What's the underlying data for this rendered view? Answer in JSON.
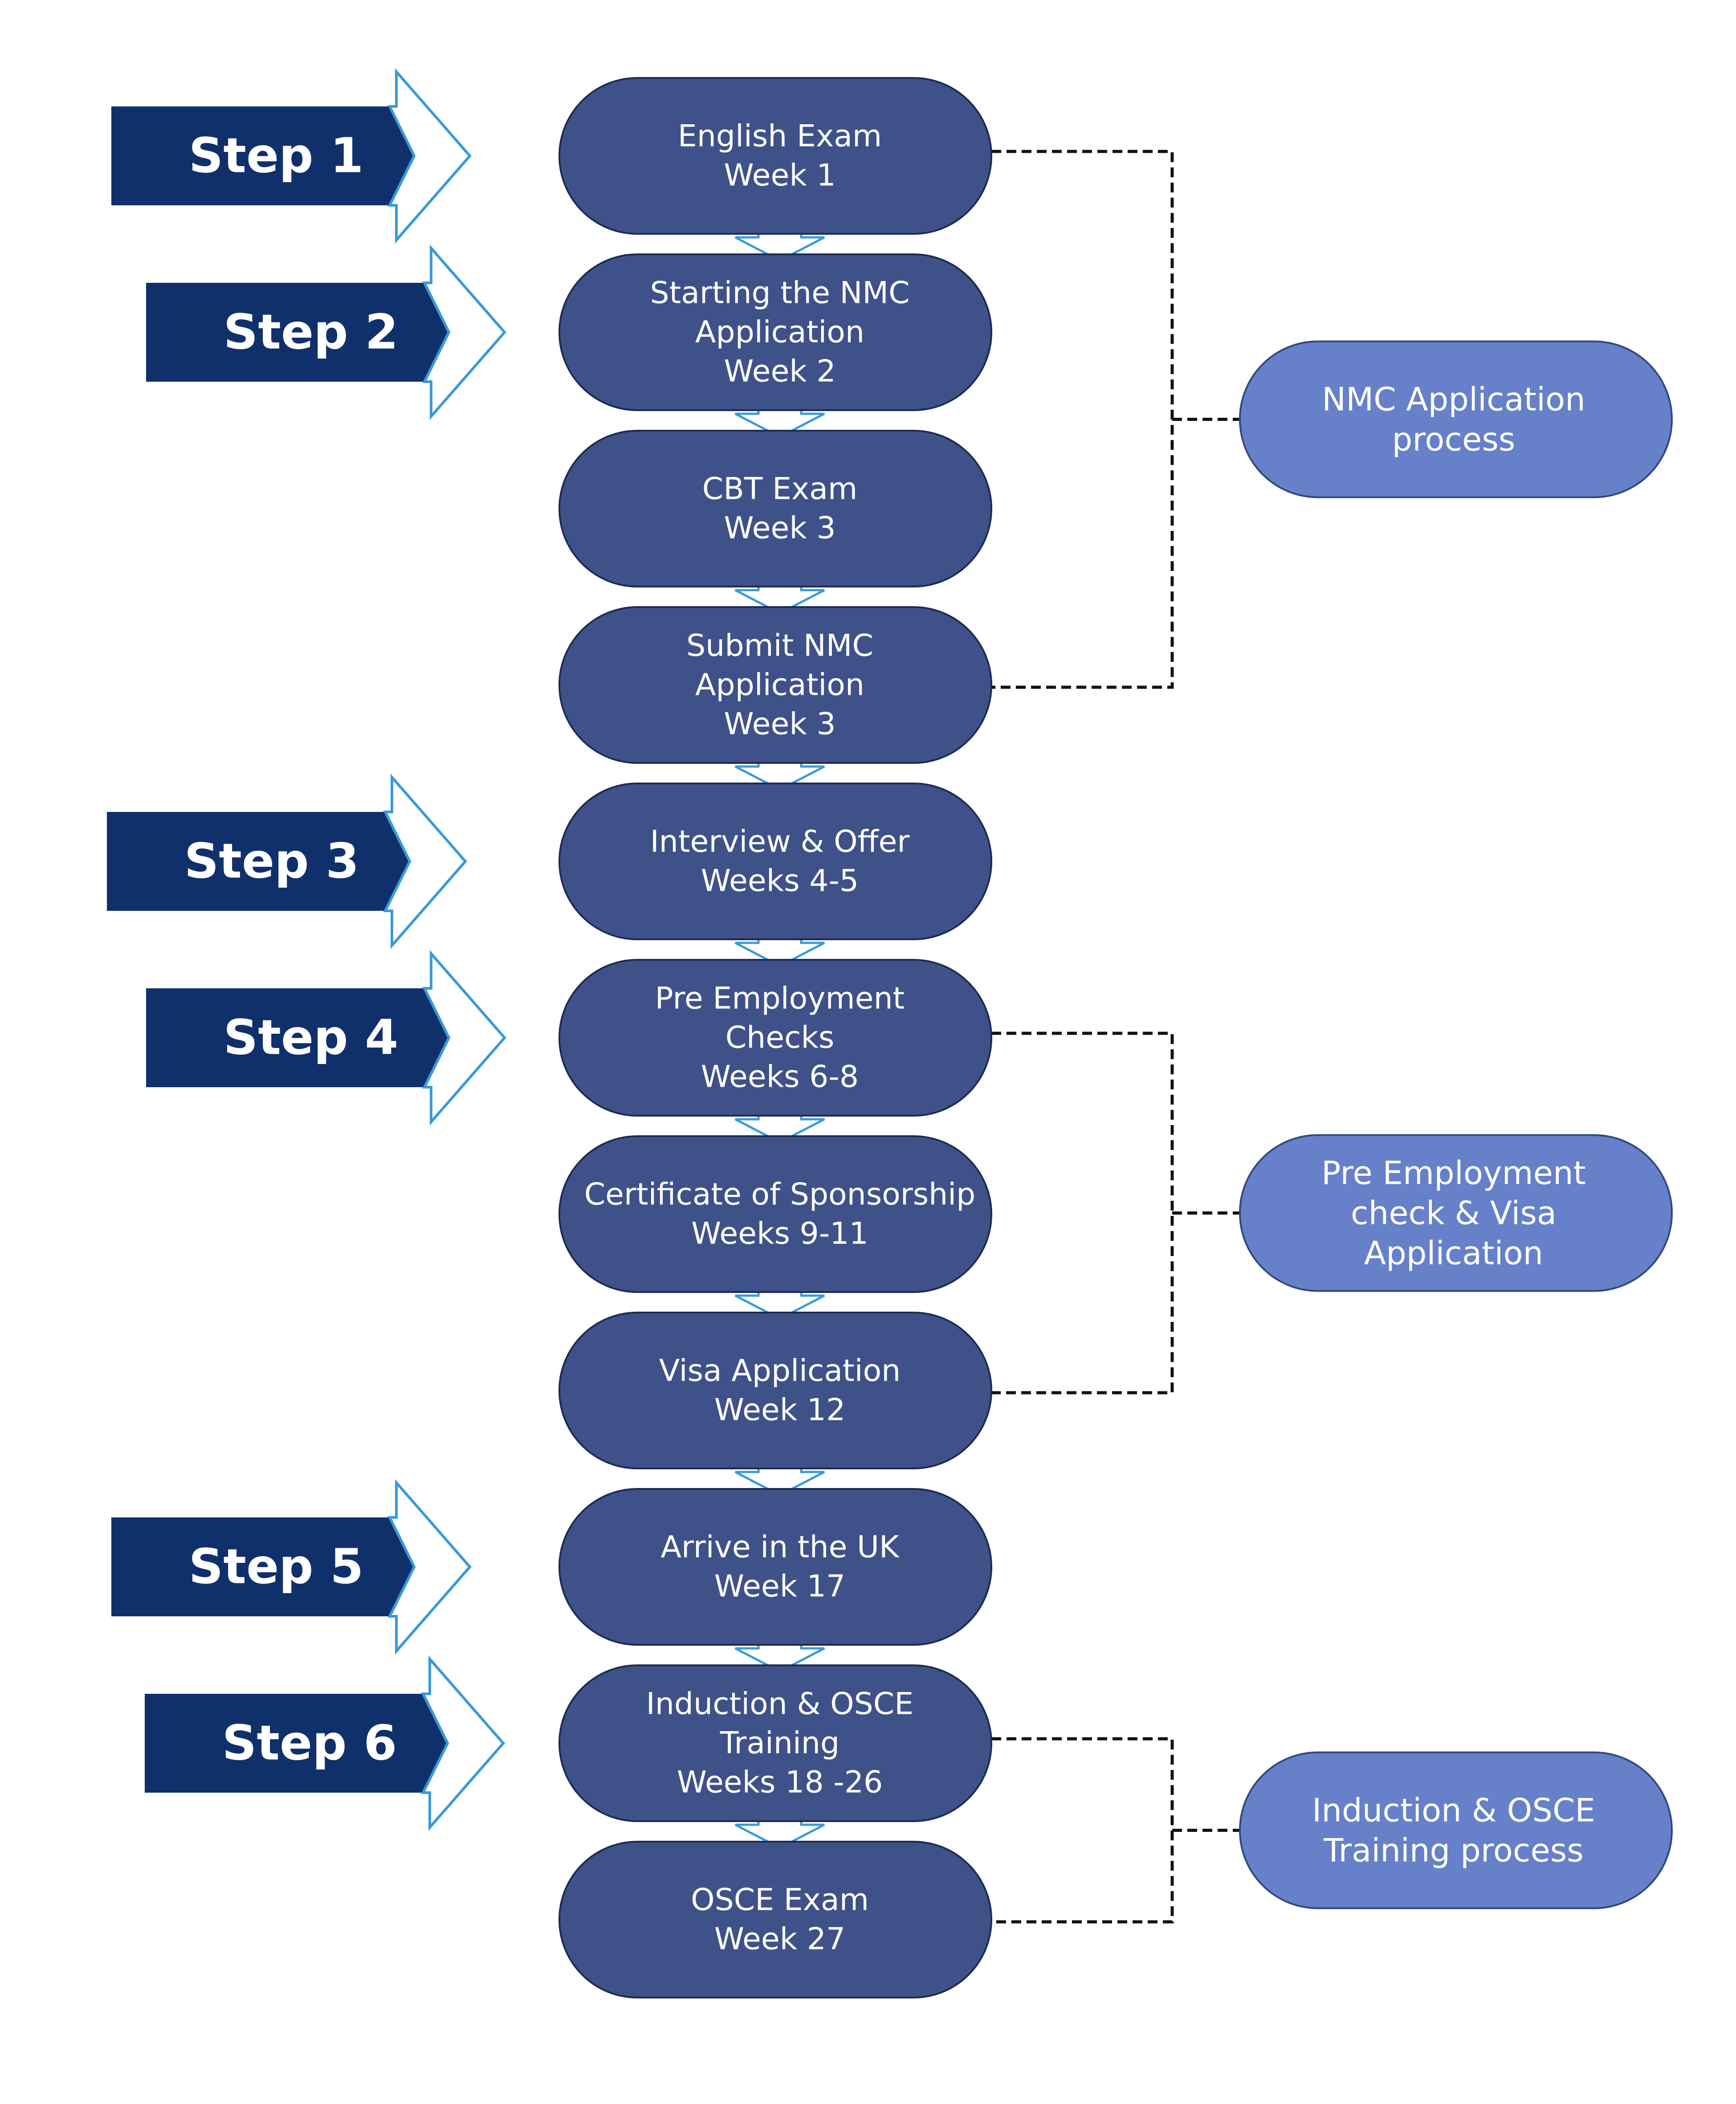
{
  "colors": {
    "step_banner": "#10306b",
    "step_chevron_outline": "#3a9ad9",
    "pill_fill": "#3f5189",
    "pill_stroke": "#1d2a52",
    "group_fill": "#6680c9",
    "group_stroke": "#32477f",
    "connector_arrow": "#3a9ad9",
    "dashed_line": "#111111",
    "text": "#ffffff"
  },
  "steps": [
    {
      "label": "Step 1",
      "pill": 0
    },
    {
      "label": "Step 2",
      "pill": 1
    },
    {
      "label": "Step 3",
      "pill": 4
    },
    {
      "label": "Step 4",
      "pill": 5
    },
    {
      "label": "Step 5",
      "pill": 8
    },
    {
      "label": "Step 6",
      "pill": 9
    }
  ],
  "pills": [
    {
      "lines": [
        "English Exam",
        "Week 1"
      ]
    },
    {
      "lines": [
        "Starting the NMC",
        "Application",
        "Week 2"
      ]
    },
    {
      "lines": [
        "CBT Exam",
        "Week 3"
      ]
    },
    {
      "lines": [
        "Submit NMC",
        "Application",
        "Week 3"
      ]
    },
    {
      "lines": [
        "Interview & Offer",
        "Weeks 4-5"
      ]
    },
    {
      "lines": [
        "Pre Employment",
        "Checks",
        "Weeks 6-8"
      ]
    },
    {
      "lines": [
        "Certificate of Sponsorship",
        "Weeks 9-11"
      ]
    },
    {
      "lines": [
        "Visa Application",
        "Week 12"
      ]
    },
    {
      "lines": [
        "Arrive in the UK",
        "Week 17"
      ]
    },
    {
      "lines": [
        "Induction & OSCE",
        "Training",
        "Weeks 18 -26"
      ]
    },
    {
      "lines": [
        "OSCE Exam",
        "Week 27"
      ]
    }
  ],
  "groups": [
    {
      "lines": [
        "NMC Application",
        "process"
      ],
      "from_pill": 0,
      "to_pill": 3
    },
    {
      "lines": [
        "Pre Employment",
        "check & Visa",
        "Application"
      ],
      "from_pill": 5,
      "to_pill": 7
    },
    {
      "lines": [
        "Induction & OSCE",
        "Training process"
      ],
      "from_pill": 9,
      "to_pill": 10
    }
  ]
}
